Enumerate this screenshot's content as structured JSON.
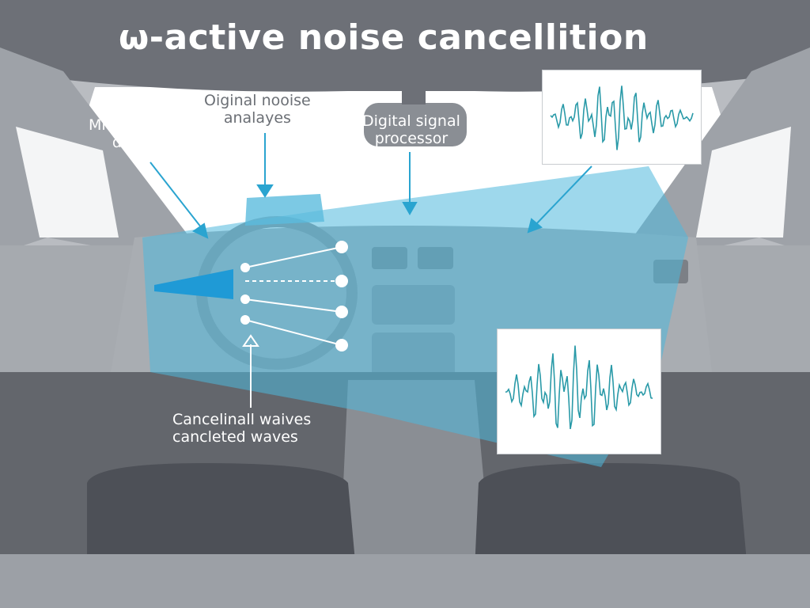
{
  "title": "ω-active noise cancellition",
  "labels": {
    "microphones": [
      "Microphones",
      "detect"
    ],
    "original_noise": [
      "Oiginal nooise",
      "analayes"
    ],
    "dsp": [
      "Digital signal",
      "processor"
    ],
    "cancel": [
      "Cancelinall waives",
      "cancleted waves"
    ]
  },
  "colors": {
    "accent": "#4fb8dc",
    "wave": "#2a9aa8",
    "interior": "#9da1a7",
    "dark": "#5e6168"
  }
}
